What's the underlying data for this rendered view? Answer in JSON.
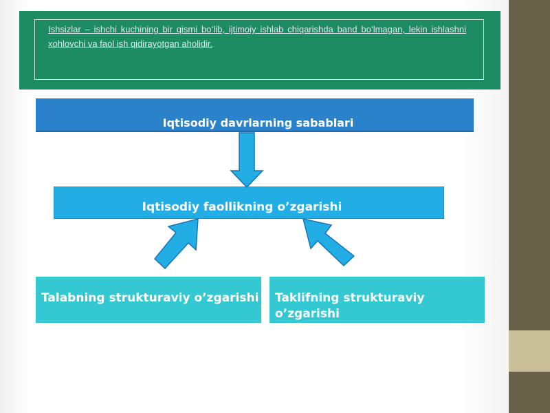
{
  "definition": {
    "text": "Ishsizlar – ishchi kuchining bir qismi bo‘lib, ijtimoiy ishlab chiqarishda band bo‘lmagan, lekin ishlashni xohlovchi va faol ish qidirayotgan aholidir."
  },
  "diagram": {
    "causes_title": "Iqtisodiy davrlarning sabablari",
    "activity_change": "Iqtisodiy faollikning o’zgarishi",
    "demand_change": "Talabning strukturaviy o’zgarishi",
    "supply_change": "Taklifning strukturaviy o’zgarishi"
  },
  "colors": {
    "definition_panel": "#1e8c63",
    "causes_box": "#2a82cb",
    "activity_box": "#22ade4",
    "structural_boxes": "#33c8d2",
    "arrow_fill": "#22ade4",
    "arrow_stroke": "#1a73b8",
    "side_bar": "#6a6248"
  }
}
